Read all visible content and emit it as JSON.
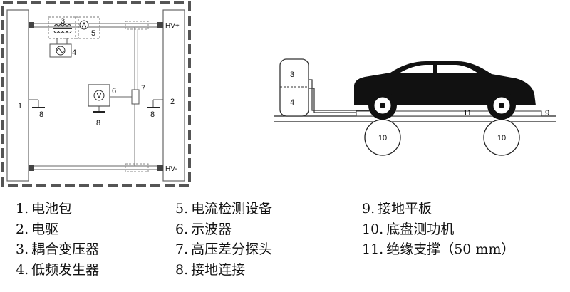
{
  "circuit": {
    "label_1": "1",
    "label_2": "2",
    "label_3": "3",
    "label_4": "4",
    "label_5": "5",
    "label_6": "6",
    "label_7": "7",
    "label_8": "8",
    "label_v": "V",
    "label_a": "A",
    "hv_plus": "HV+",
    "hv_minus": "HV-"
  },
  "vehicle": {
    "label_3": "3",
    "label_4": "4",
    "label_9": "9",
    "label_10": "10",
    "label_11": "11"
  },
  "legend": {
    "col1": [
      {
        "num": "1.",
        "text": "电池包"
      },
      {
        "num": "2.",
        "text": "电驱"
      },
      {
        "num": "3.",
        "text": "耦合变压器"
      },
      {
        "num": "4.",
        "text": "低频发生器"
      }
    ],
    "col2": [
      {
        "num": "5.",
        "text": "电流检测设备"
      },
      {
        "num": "6.",
        "text": "示波器"
      },
      {
        "num": "7.",
        "text": "高压差分探头"
      },
      {
        "num": "8.",
        "text": "接地连接"
      }
    ],
    "col3": [
      {
        "num": "9.",
        "text": "接地平板"
      },
      {
        "num": "10.",
        "text": "底盘测功机"
      },
      {
        "num": "11.",
        "text": "绝缘支撑（50 mm）"
      }
    ]
  }
}
